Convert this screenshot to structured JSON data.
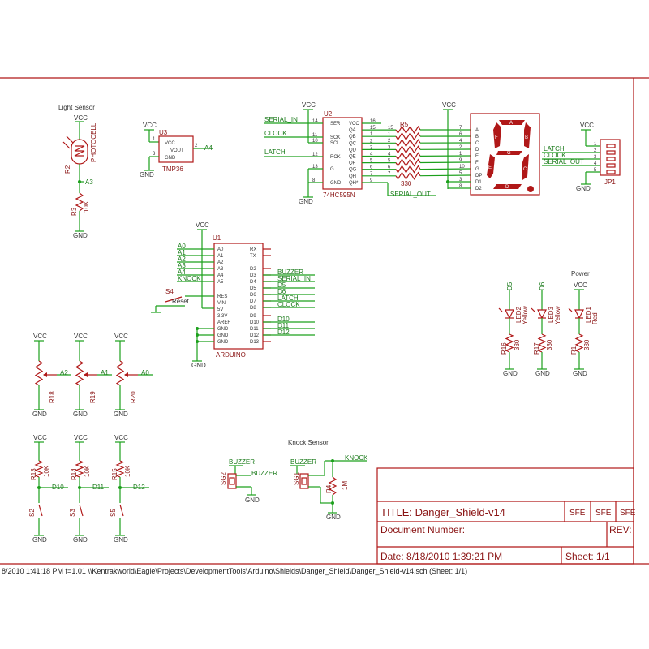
{
  "colors": {
    "wire": "#1ca01c",
    "part": "#b01818",
    "label": "#8a1414",
    "background": "#ffffff"
  },
  "sections": {
    "light_sensor": "Light Sensor",
    "knock_sensor": "Knock Sensor",
    "power": "Power"
  },
  "nets": {
    "vcc": "VCC",
    "gnd": "GND",
    "a0": "A0",
    "a1": "A1",
    "a2": "A2",
    "a3": "A3",
    "a4": "A4",
    "a5": "A5",
    "d10": "D10",
    "d11": "D11",
    "d12": "D12",
    "serial_in": "SERIAL_IN",
    "serial_out": "SERIAL_OUT",
    "clock": "CLOCK",
    "latch": "LATCH",
    "knock": "KNOCK",
    "buzzer": "BUZZER",
    "d5": "D5",
    "d6": "D6",
    "reset": "Reset"
  },
  "parts": {
    "photocell": {
      "ref": "R2",
      "value": "PHOTOCELL"
    },
    "r3": {
      "ref": "R3",
      "value": "10K"
    },
    "u3": {
      "ref": "U3",
      "value": "TMP36",
      "pins": [
        "VCC",
        "VOUT",
        "GND"
      ],
      "pin_numbers": [
        "1",
        "2",
        "3"
      ]
    },
    "u2": {
      "ref": "U2",
      "value": "74HC595N",
      "left_pins": [
        "SER",
        "SCK",
        "SCL",
        "RCK",
        "G",
        "GND"
      ],
      "left_numbers": [
        "14",
        "11",
        "10",
        "12",
        "13",
        "8"
      ],
      "right_pins": [
        "VCC",
        "QA",
        "QB",
        "QC",
        "QD",
        "QE",
        "QF",
        "QG",
        "QH",
        "QH*"
      ],
      "right_numbers": [
        "16",
        "15",
        "1",
        "2",
        "3",
        "4",
        "5",
        "6",
        "7",
        "9"
      ]
    },
    "r5": {
      "ref": "R5",
      "value": "330",
      "pin_numbers": [
        "15",
        "1",
        "2",
        "3",
        "4",
        "5",
        "6",
        "7"
      ]
    },
    "seven_seg": {
      "pins": [
        "A",
        "B",
        "C",
        "D",
        "E",
        "F",
        "G",
        "DP",
        "D1",
        "D2"
      ],
      "pin_numbers": [
        "7",
        "6",
        "4",
        "2",
        "1",
        "9",
        "10",
        "5",
        "3",
        "8"
      ],
      "segment_labels": [
        "A",
        "B",
        "C",
        "D",
        "E",
        "F",
        "G"
      ]
    },
    "jp1": {
      "ref": "JP1",
      "pins": [
        "1",
        "2",
        "3",
        "4",
        "5"
      ]
    },
    "u1": {
      "ref": "U1",
      "value": "ARDUINO",
      "left_pins": [
        "A0",
        "A1",
        "A2",
        "A3",
        "A4",
        "A5",
        "RES",
        "VIN",
        "5V",
        "3.3V",
        "AREF",
        "GND",
        "GND",
        "GND"
      ],
      "right_pins": [
        "RX",
        "TX",
        "D2",
        "D3",
        "D4",
        "D5",
        "D6",
        "D7",
        "D8",
        "D9",
        "D10",
        "D11",
        "D12",
        "D13"
      ]
    },
    "s4": {
      "ref": "S4",
      "label": "Reset"
    },
    "pots": [
      {
        "ref": "R18",
        "net": "A2"
      },
      {
        "ref": "R19",
        "net": "A1"
      },
      {
        "ref": "R20",
        "net": "A0"
      }
    ],
    "button_resistors": [
      {
        "ref": "R13",
        "value": "10K",
        "net": "D10",
        "switch": "S2"
      },
      {
        "ref": "R14",
        "value": "10K",
        "net": "D11",
        "switch": "S3"
      },
      {
        "ref": "R15",
        "value": "10K",
        "net": "D12",
        "switch": "S5"
      }
    ],
    "leds": [
      {
        "ref": "LED2",
        "color": "Yellow",
        "net": "D5",
        "resistor": "R16",
        "value": "330"
      },
      {
        "ref": "LED3",
        "color": "Yellow",
        "net": "D6",
        "resistor": "R17",
        "value": "330"
      },
      {
        "ref": "LED1",
        "color": "Red",
        "net": "VCC",
        "resistor": "R1",
        "value": "330"
      }
    ],
    "sg2": {
      "ref": "SG2",
      "label": "BUZZER"
    },
    "sg1": {
      "ref": "SG1",
      "label": "BUZZER"
    },
    "r4": {
      "ref": "R4",
      "value": "1M"
    }
  },
  "title_block": {
    "title": "TITLE: Danger_Shield-v14",
    "document_number": "Document Number:",
    "rev": "REV:",
    "date": "Date: 8/18/2010 1:39:21 PM",
    "sheet": "Sheet: 1/1",
    "logos": [
      "SFE",
      "SFE",
      "SFE"
    ]
  },
  "footer": "8/2010 1:41:18 PM  f=1.01  \\\\Kentrakworld\\Eagle\\Projects\\DevelopmentTools\\Arduino\\Shields\\Danger_Shield\\Danger_Shield-v14.sch (Sheet: 1/1)"
}
